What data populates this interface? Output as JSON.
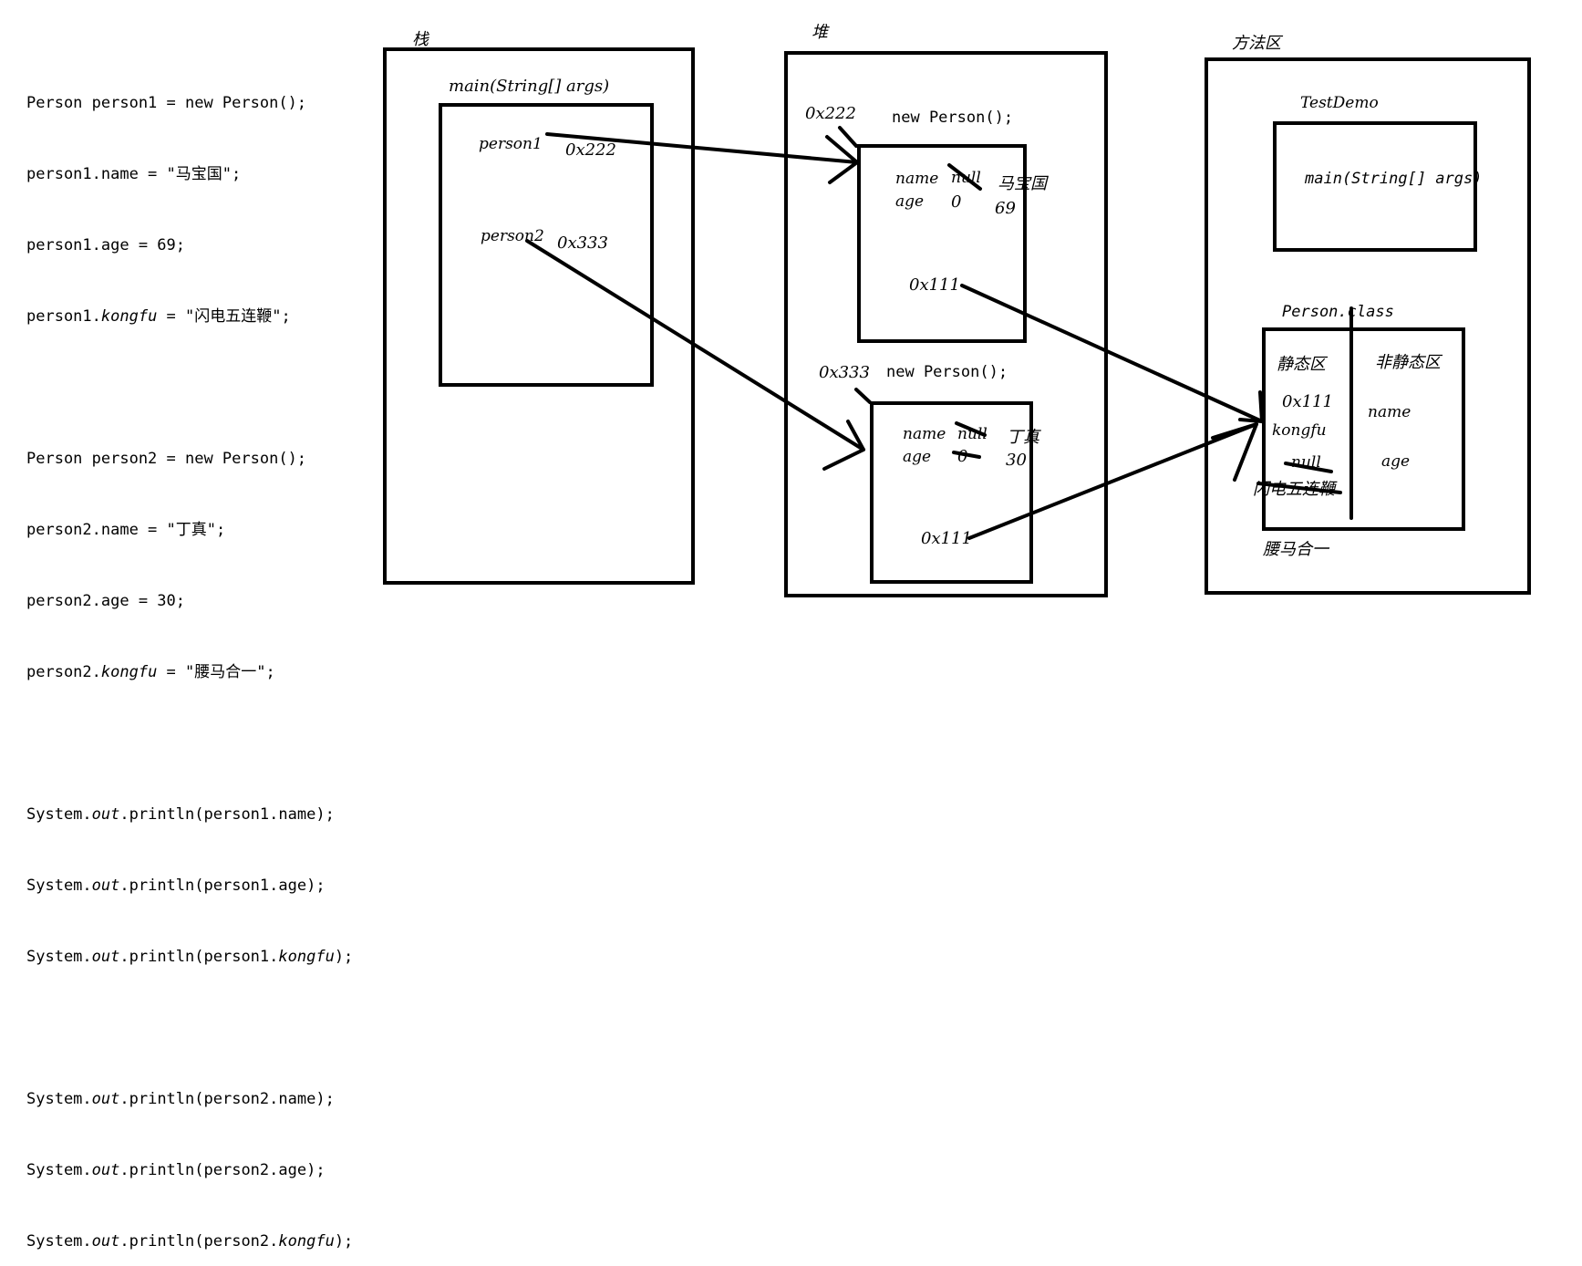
{
  "code": {
    "block1": [
      "Person person1 = new Person();",
      "person1.name = \"马宝国\";",
      "person1.age = 69;"
    ],
    "b1_kf_pre": "person1.",
    "b1_kf_key": "kongfu",
    "b1_kf_post": " = \"闪电五连鞭\";",
    "block2": [
      "Person person2 = new Person();",
      "person2.name = \"丁真\";",
      "person2.age = 30;"
    ],
    "b2_kf_pre": "person2.",
    "b2_kf_key": "kongfu",
    "b2_kf_post": " = \"腰马合一\";",
    "prefix": "System.",
    "out": "out",
    "println": ".println(",
    "args": [
      "person1.name",
      "person1.age",
      "person1.",
      "person2.name",
      "person2.age",
      "person2."
    ],
    "kongfu": "kongfu",
    "close": ");"
  },
  "stack": {
    "title": "栈",
    "frame_label": "main(String[] args)",
    "person1": "person1",
    "person1_addr": "0x222",
    "person2": "person2",
    "person2_addr": "0x333"
  },
  "heap": {
    "title": "堆",
    "obj1": {
      "addr": "0x222",
      "ctor": "new Person();",
      "name_key": "name",
      "name_old": "null",
      "name_new": "马宝国",
      "age_key": "age",
      "age_old": "0",
      "age_new": "69",
      "class_ref": "0x111"
    },
    "obj2": {
      "addr": "0x333",
      "ctor": "new Person();",
      "name_key": "name",
      "name_old": "null",
      "name_new": "丁真",
      "age_key": "age",
      "age_old": "0",
      "age_new": "30",
      "class_ref": "0x111"
    }
  },
  "method_area": {
    "title": "方法区",
    "testdemo": "TestDemo",
    "testdemo_main": "main(String[] args)",
    "person_class": "Person.class",
    "static_area": "静态区",
    "nonstatic_area": "非静态区",
    "static_addr": "0x111",
    "static_field": "kongfu",
    "static_old": "null",
    "static_v1": "闪电五连鞭",
    "static_v2": "腰马合一",
    "nonstatic_f1": "name",
    "nonstatic_f2": "age"
  }
}
